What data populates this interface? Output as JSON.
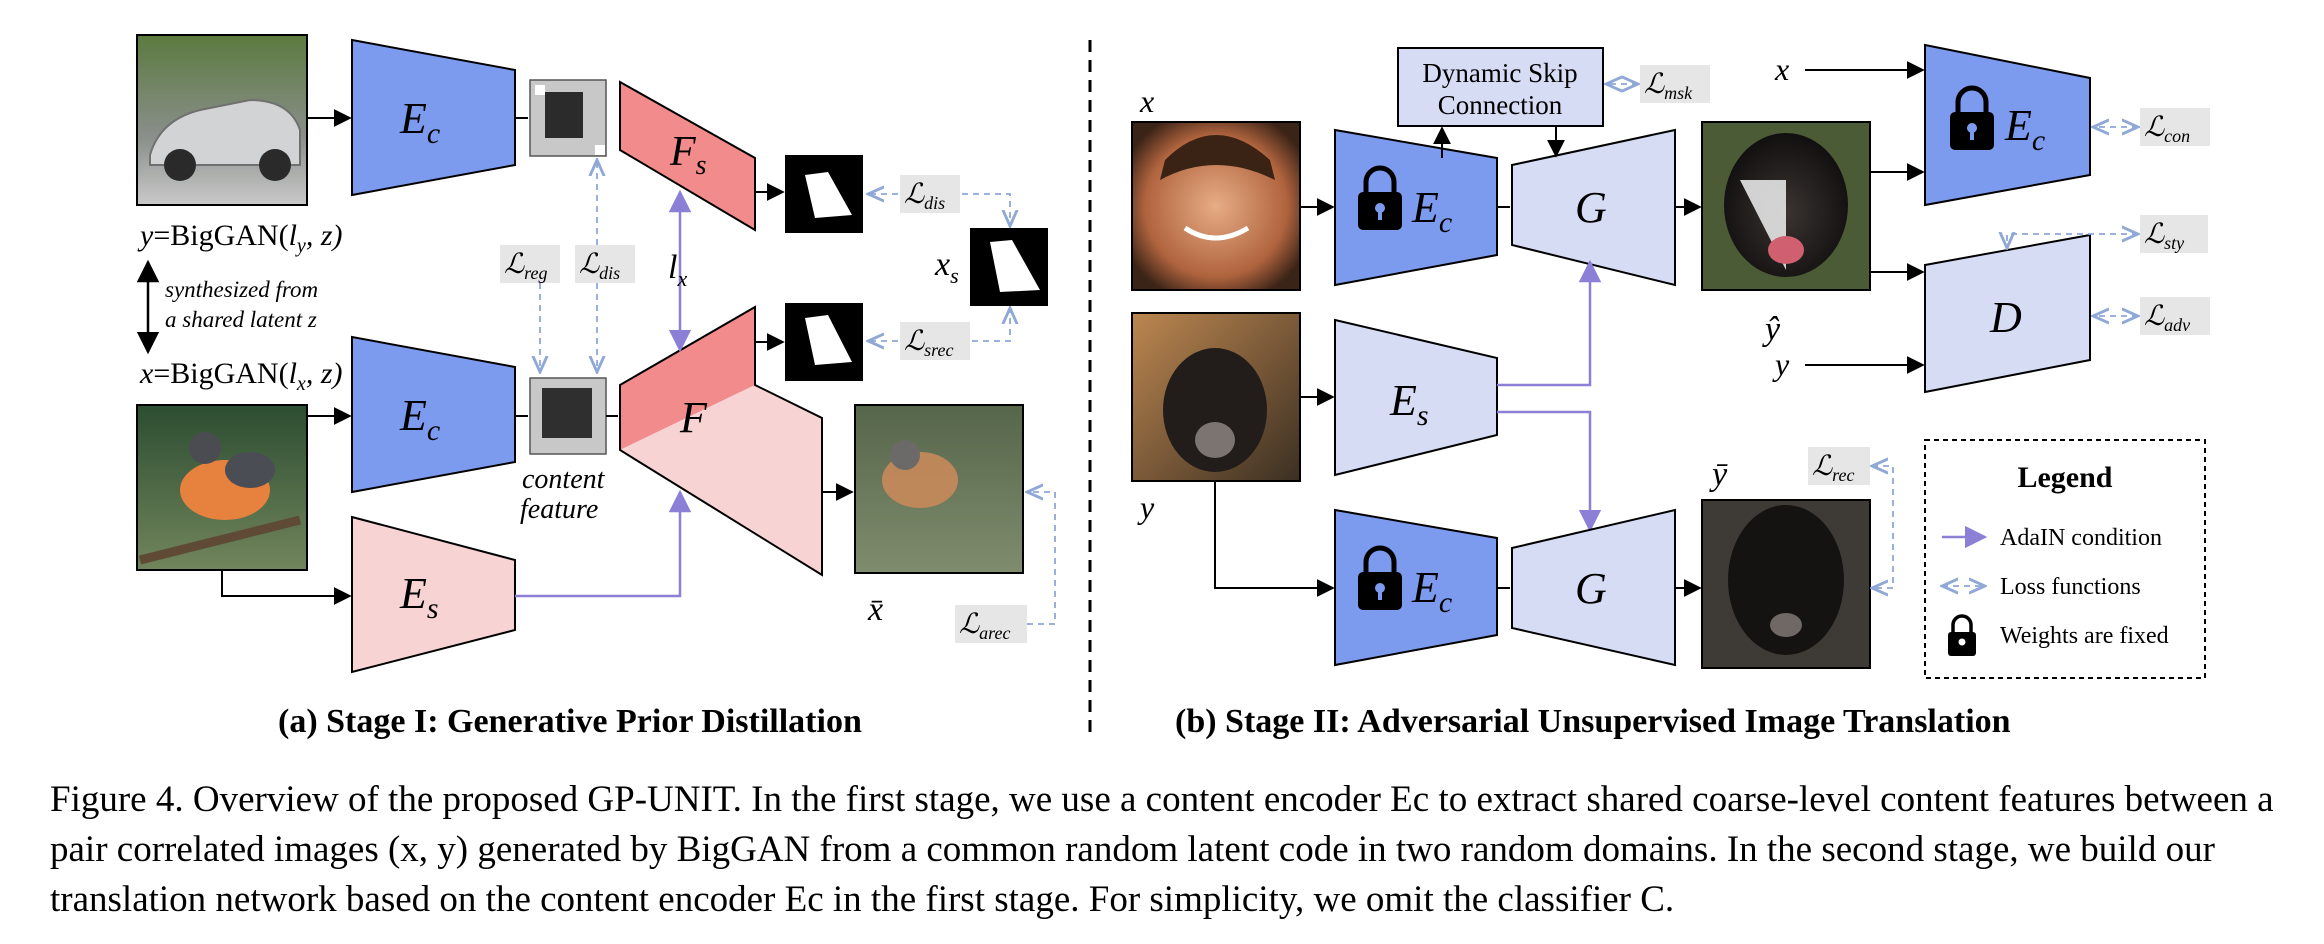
{
  "colors": {
    "encoder_blue": "#7d9bee",
    "encoder_light": "#d7dcf5",
    "fs_red": "#f28c8c",
    "es_pink": "#f7d3d3",
    "loss_box": "#e6e6e6",
    "adain_arrow": "#8c7fd6",
    "loss_arrow": "#8fa8d6"
  },
  "stage1": {
    "title": "(a) Stage I: Generative Prior Distillation",
    "y_eq": "=BigGAN(",
    "y_var": "y",
    "y_args_a": "l",
    "y_args_sub": "y",
    "y_args_b": ", z)",
    "x_var": "x",
    "x_args_sub": "x",
    "synth_line1": "synthesized from",
    "synth_line2": "a shared latent z",
    "ec_label": "E",
    "ec_sub": "c",
    "es_label": "E",
    "es_sub": "s",
    "fs_label": "F",
    "fs_sub": "s",
    "f_label": "F",
    "lx_label": "l",
    "lx_sub": "x",
    "xs_label": "x",
    "xs_sub": "s",
    "xbar_label": "x̄",
    "content_line1": "content",
    "content_line2": "feature",
    "loss_reg": "reg",
    "loss_dis_a": "dis",
    "loss_dis_b": "dis",
    "loss_srec": "srec",
    "loss_arec": "arec"
  },
  "stage2": {
    "title": "(b) Stage II: Adversarial Unsupervised Image Translation",
    "dsc_line1": "Dynamic Skip",
    "dsc_line2": "Connection",
    "loss_msk": "msk",
    "loss_con": "con",
    "loss_sty": "sty",
    "loss_adv": "adv",
    "loss_rec": "rec",
    "x_label": "x",
    "y_label": "y",
    "yhat_label": "ŷ",
    "ybar_label": "ȳ",
    "g_label": "G",
    "d_label": "D",
    "legend_title": "Legend",
    "legend_adain": "AdaIN condition",
    "legend_loss": "Loss functions",
    "legend_fixed": "Weights are fixed"
  },
  "loss_symbol": "ℒ",
  "caption": {
    "text": "Figure 4. Overview of the proposed GP-UNIT. In the first stage, we use a content encoder Ec to extract shared coarse-level content features between a pair correlated images (x, y) generated by BigGAN from a common random latent code in two random domains. In the second stage, we build our translation network based on the content encoder Ec in the first stage. For simplicity, we omit the classifier C."
  }
}
